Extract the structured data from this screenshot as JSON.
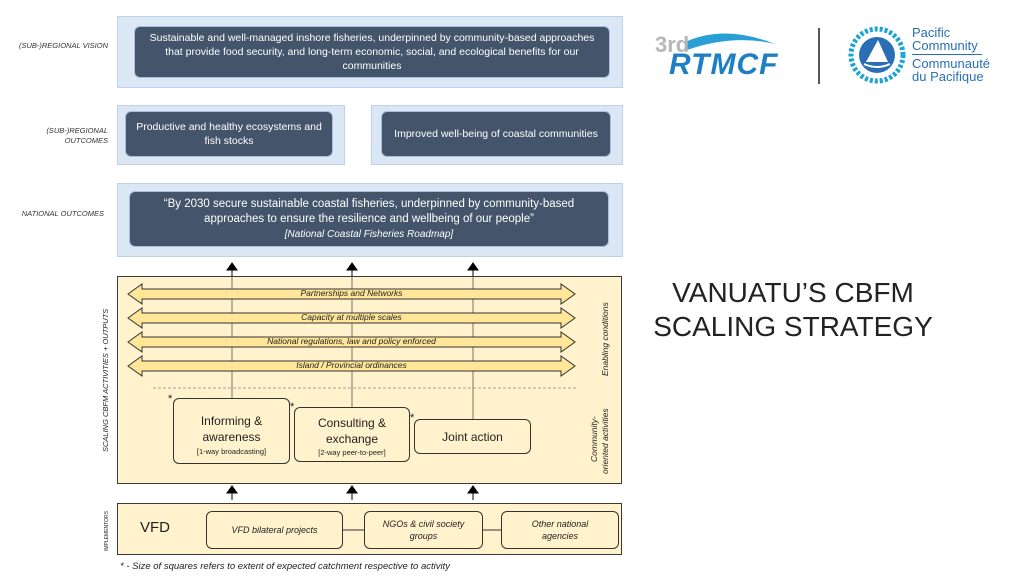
{
  "rows": {
    "vision_label": "(SUB-)REGIONAL VISION",
    "outcomes_label": "(SUB-)REGIONAL OUTCOMES",
    "national_label": "NATIONAL OUTCOMES",
    "scaling_label": "SCALING CBFM ACTIVITIES + OUTPUTS",
    "implementors_label": "IMPLEMENTORS"
  },
  "vision_text": "Sustainable and well-managed inshore fisheries, underpinned by community-based approaches that provide food security, and long-term economic, social, and ecological benefits for our communities",
  "outcomes": [
    "Productive and healthy ecosystems and fish stocks",
    "Improved well-being of coastal communities"
  ],
  "national": {
    "quote": "“By 2030 secure sustainable coastal fisheries, underpinned by community-based approaches to ensure the resilience and wellbeing of our people”",
    "source": "[National Coastal Fisheries Roadmap]"
  },
  "enabling": {
    "label": "Enabling conditions",
    "items": [
      "Partnerships and Networks",
      "Capacity at multiple scales",
      "National regulations, law and policy enforced",
      "Island / Provincial ordinances"
    ]
  },
  "community": {
    "label": "Community-oriented activities",
    "label_line1": "Community-",
    "label_line2": "oriented activities",
    "activities": [
      {
        "title": "Informing & awareness",
        "note": "[1-way broadcasting]"
      },
      {
        "title": "Consulting & exchange",
        "note": "[2-way peer-to-peer]"
      },
      {
        "title": "Joint action",
        "note": ""
      }
    ],
    "star": "*"
  },
  "implementors": {
    "lead": "VFD",
    "items": [
      "VFD bilateral projects",
      "NGOs & civil society groups",
      "Other national agencies"
    ]
  },
  "footnote": "* - Size of squares refers to extent of expected catchment respective to activity",
  "logos": {
    "rtmcf_prefix": "3rd",
    "rtmcf": "RTMCF",
    "pc_en": "Pacific Community",
    "pc_en_1": "Pacific",
    "pc_en_2": "Community",
    "pc_fr": "Communauté du Pacifique",
    "pc_fr_1": "Communauté",
    "pc_fr_2": "du Pacifique"
  },
  "slide_title": "VANUATU’S CBFM SCALING STRATEGY",
  "slide_title_1": "VANUATU’S CBFM",
  "slide_title_2": "SCALING STRATEGY",
  "colors": {
    "navy": "#44546a",
    "band": "#dbe7f5",
    "yellow_panel": "#fff2cc",
    "arrow_fill": "#ffe699",
    "logo_blue": "#2a6fb5"
  }
}
